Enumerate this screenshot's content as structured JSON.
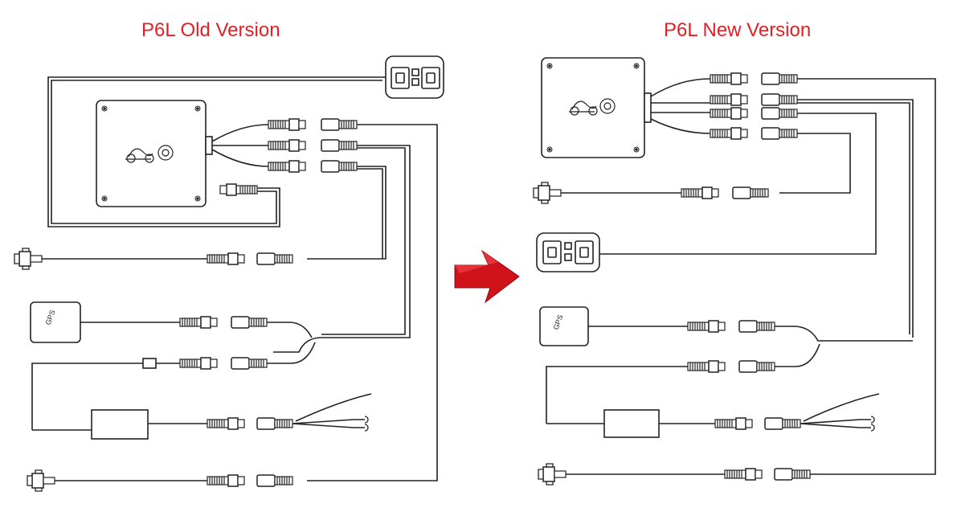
{
  "titles": {
    "old": "P6L Old Version",
    "new": "P6L New Version"
  },
  "labels": {
    "gps_old": "GPS",
    "gps_new": "GPS"
  },
  "colors": {
    "title": "#e31e24",
    "arrow": "#d0121b",
    "line": "#222222"
  }
}
